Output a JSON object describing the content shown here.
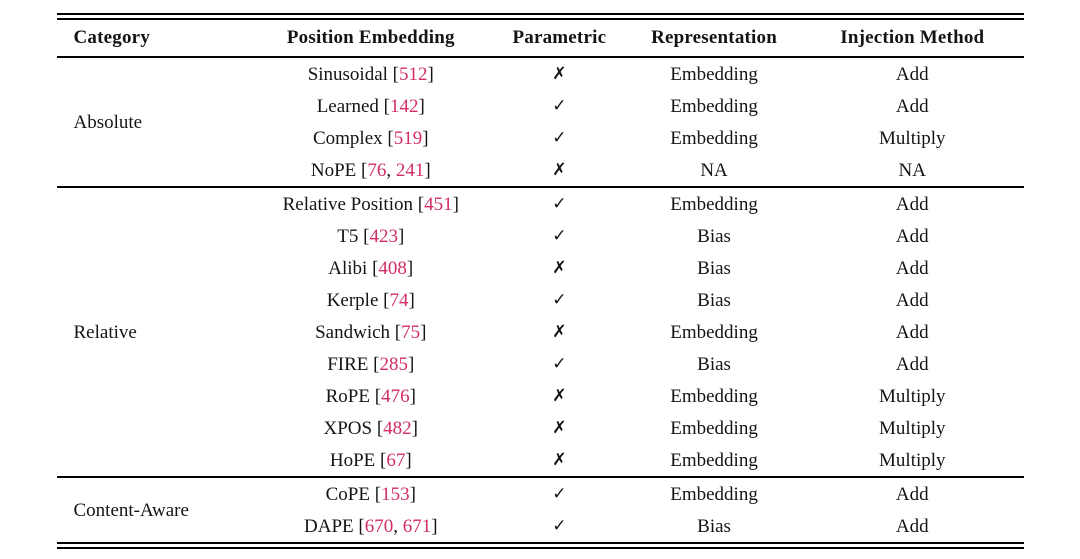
{
  "colors": {
    "citation": "#d22d64",
    "text": "#141414",
    "rule": "#000000",
    "background": "#ffffff"
  },
  "table": {
    "headers": [
      "Category",
      "Position Embedding",
      "Parametric",
      "Representation",
      "Injection Method"
    ],
    "symbols": {
      "yes": "✓",
      "no": "✗"
    },
    "sections": [
      {
        "category": "Absolute",
        "rows": [
          {
            "name": "Sinusoidal",
            "cites": [
              "512"
            ],
            "parametric": "no",
            "representation": "Embedding",
            "injection": "Add"
          },
          {
            "name": "Learned",
            "cites": [
              "142"
            ],
            "parametric": "yes",
            "representation": "Embedding",
            "injection": "Add"
          },
          {
            "name": "Complex",
            "cites": [
              "519"
            ],
            "parametric": "yes",
            "representation": "Embedding",
            "injection": "Multiply"
          },
          {
            "name": "NoPE",
            "cites": [
              "76",
              "241"
            ],
            "parametric": "no",
            "representation": "NA",
            "injection": "NA"
          }
        ]
      },
      {
        "category": "Relative",
        "rows": [
          {
            "name": "Relative Position",
            "cites": [
              "451"
            ],
            "parametric": "yes",
            "representation": "Embedding",
            "injection": "Add"
          },
          {
            "name": "T5",
            "cites": [
              "423"
            ],
            "parametric": "yes",
            "representation": "Bias",
            "injection": "Add"
          },
          {
            "name": "Alibi",
            "cites": [
              "408"
            ],
            "parametric": "no",
            "representation": "Bias",
            "injection": "Add"
          },
          {
            "name": "Kerple",
            "cites": [
              "74"
            ],
            "parametric": "yes",
            "representation": "Bias",
            "injection": "Add"
          },
          {
            "name": "Sandwich",
            "cites": [
              "75"
            ],
            "parametric": "no",
            "representation": "Embedding",
            "injection": "Add"
          },
          {
            "name": "FIRE",
            "cites": [
              "285"
            ],
            "parametric": "yes",
            "representation": "Bias",
            "injection": "Add"
          },
          {
            "name": "RoPE",
            "cites": [
              "476"
            ],
            "parametric": "no",
            "representation": "Embedding",
            "injection": "Multiply"
          },
          {
            "name": "XPOS",
            "cites": [
              "482"
            ],
            "parametric": "no",
            "representation": "Embedding",
            "injection": "Multiply"
          },
          {
            "name": "HoPE",
            "cites": [
              "67"
            ],
            "parametric": "no",
            "representation": "Embedding",
            "injection": "Multiply"
          }
        ]
      },
      {
        "category": "Content-Aware",
        "rows": [
          {
            "name": "CoPE",
            "cites": [
              "153"
            ],
            "parametric": "yes",
            "representation": "Embedding",
            "injection": "Add"
          },
          {
            "name": "DAPE",
            "cites": [
              "670",
              "671"
            ],
            "parametric": "yes",
            "representation": "Bias",
            "injection": "Add"
          }
        ]
      }
    ]
  }
}
